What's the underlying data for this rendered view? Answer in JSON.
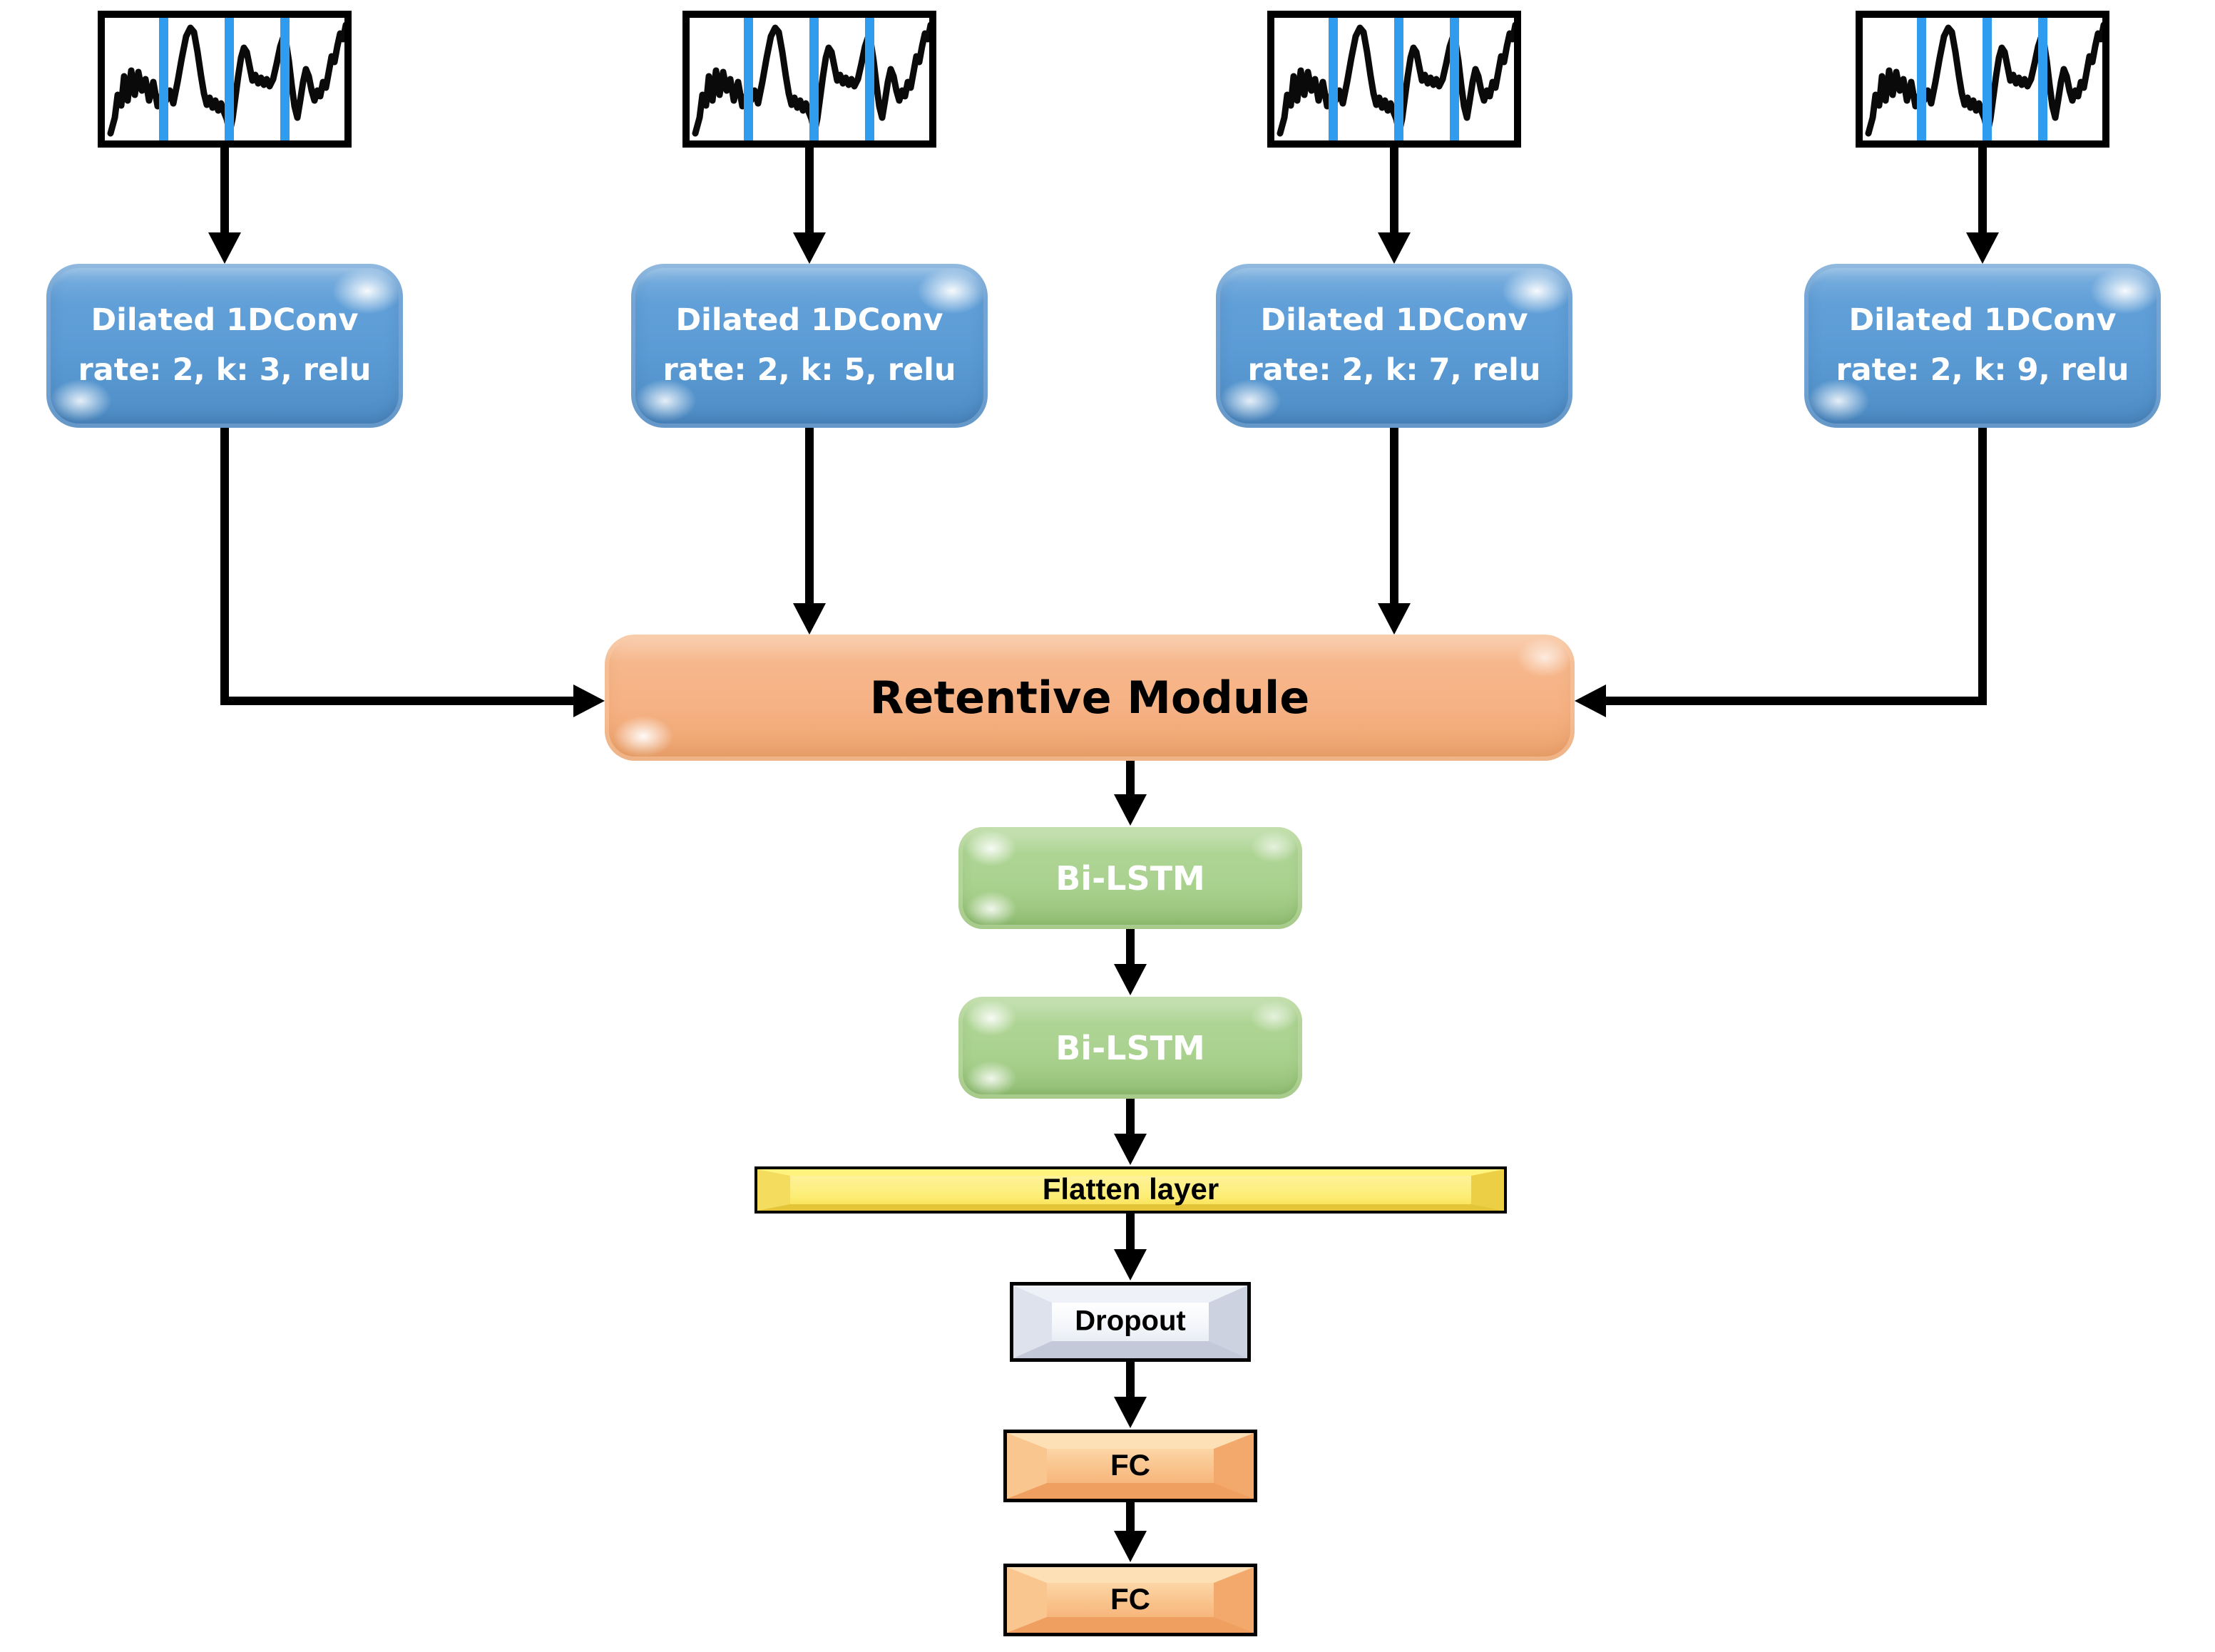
{
  "nodes": {
    "conv_blocks": [
      {
        "title": "Dilated 1DConv",
        "params": "rate: 2, k: 3, relu"
      },
      {
        "title": "Dilated 1DConv",
        "params": "rate: 2, k: 5, relu"
      },
      {
        "title": "Dilated 1DConv",
        "params": "rate: 2, k: 7, relu"
      },
      {
        "title": "Dilated 1DConv",
        "params": "rate: 2, k: 9, relu"
      }
    ],
    "retentive": "Retentive Module",
    "bilstm": [
      "Bi-LSTM",
      "Bi-LSTM"
    ],
    "flatten": "Flatten layer",
    "dropout": "Dropout",
    "fc": [
      "FC",
      "FC"
    ]
  },
  "colors": {
    "conv_fill": "#5B9BD5",
    "retentive_fill": "#F5B183",
    "bilstm_fill": "#A9D18E",
    "flatten_fill": "#FDEE76",
    "fc_fill": "#F9C28B",
    "dropout_fill": "#EEF1F7",
    "segment_marker_blue": "#2F9CEF",
    "arrow": "#000000",
    "waveform_line": "#000000"
  }
}
